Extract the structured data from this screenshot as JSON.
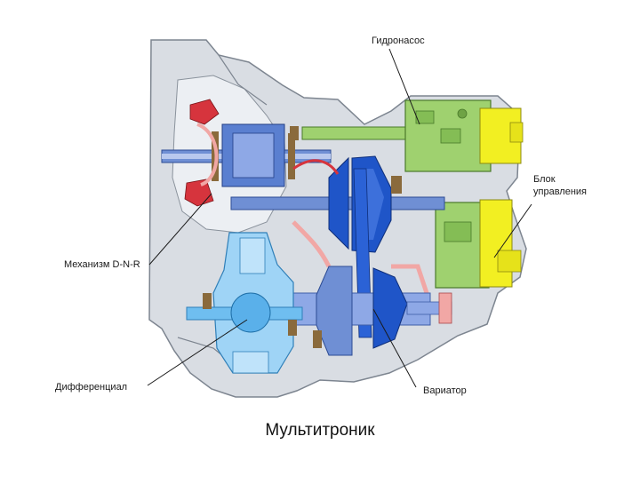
{
  "labels": {
    "pump": "Гидронасос",
    "control_line1": "Блок",
    "control_line2": "управления",
    "dnr": "Механизм D-N-R",
    "differential": "Дифференциал",
    "variator": "Вариатор"
  },
  "caption": "Мультитроник",
  "colors": {
    "housing": "#d9dde3",
    "housing_stroke": "#7d8590",
    "pump_green": "#9fd16f",
    "control_yellow": "#f2ef22",
    "variator_blue": "#1f55c8",
    "variator_light": "#8ea8e6",
    "differential_blue": "#9fd4f6",
    "red_parts": "#d6343d",
    "pink_oil": "#f1a7a5",
    "brown_parts": "#8a6a3c"
  }
}
